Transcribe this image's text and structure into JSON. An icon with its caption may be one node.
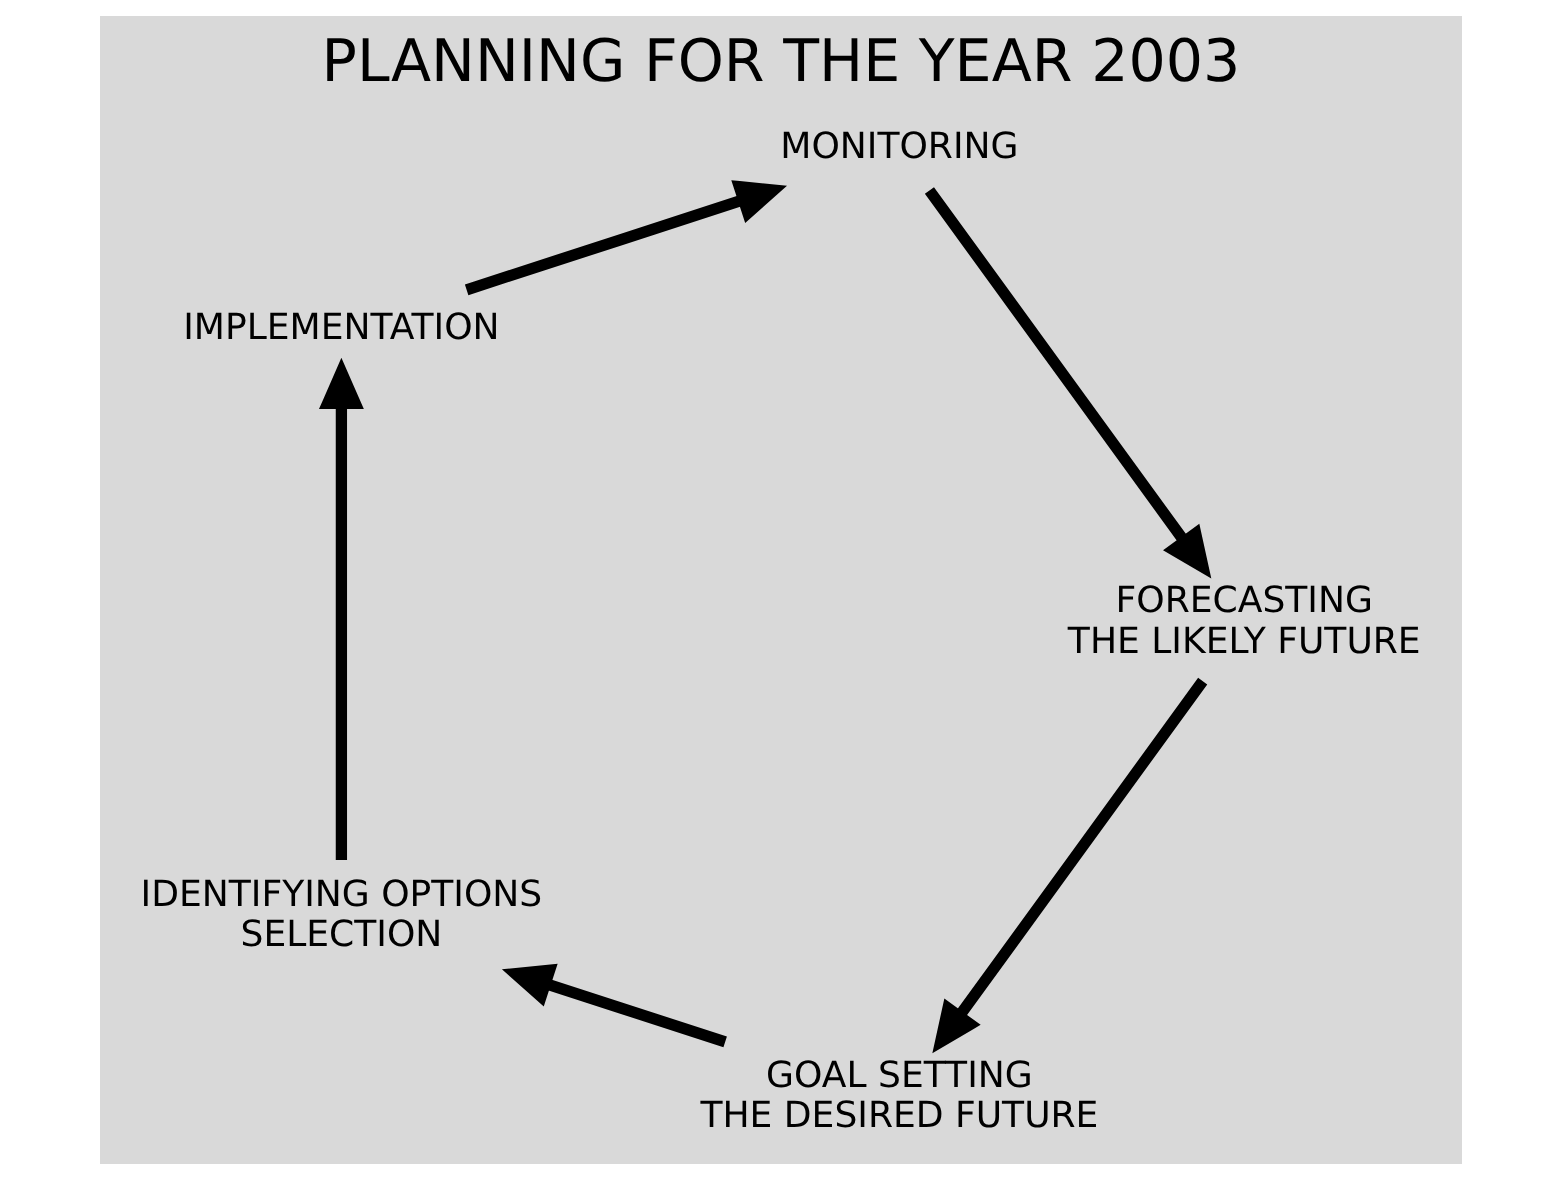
{
  "diagram": {
    "title": "PLANNING FOR THE YEAR 2003",
    "nodes": [
      {
        "text": [
          "GOAL SETTING",
          "THE DESIRED FUTURE"
        ]
      },
      {
        "text": [
          "IDENTIFYING OPTIONS",
          "SELECTION"
        ]
      },
      {
        "text": [
          "IMPLEMENTATION"
        ]
      },
      {
        "text": [
          "MONITORING"
        ]
      },
      {
        "text": [
          "FORECASTING",
          "THE LIKELY FUTURE"
        ]
      }
    ],
    "edges": [
      {
        "from": 0,
        "to": 1,
        "arrow": "to"
      },
      {
        "from": 1,
        "to": 2,
        "arrow": "to"
      },
      {
        "from": 2,
        "to": 3,
        "arrow": "to"
      },
      {
        "from": 3,
        "to": 4,
        "arrow": "to"
      },
      {
        "from": 4,
        "to": 0,
        "arrow": "to"
      }
    ]
  }
}
